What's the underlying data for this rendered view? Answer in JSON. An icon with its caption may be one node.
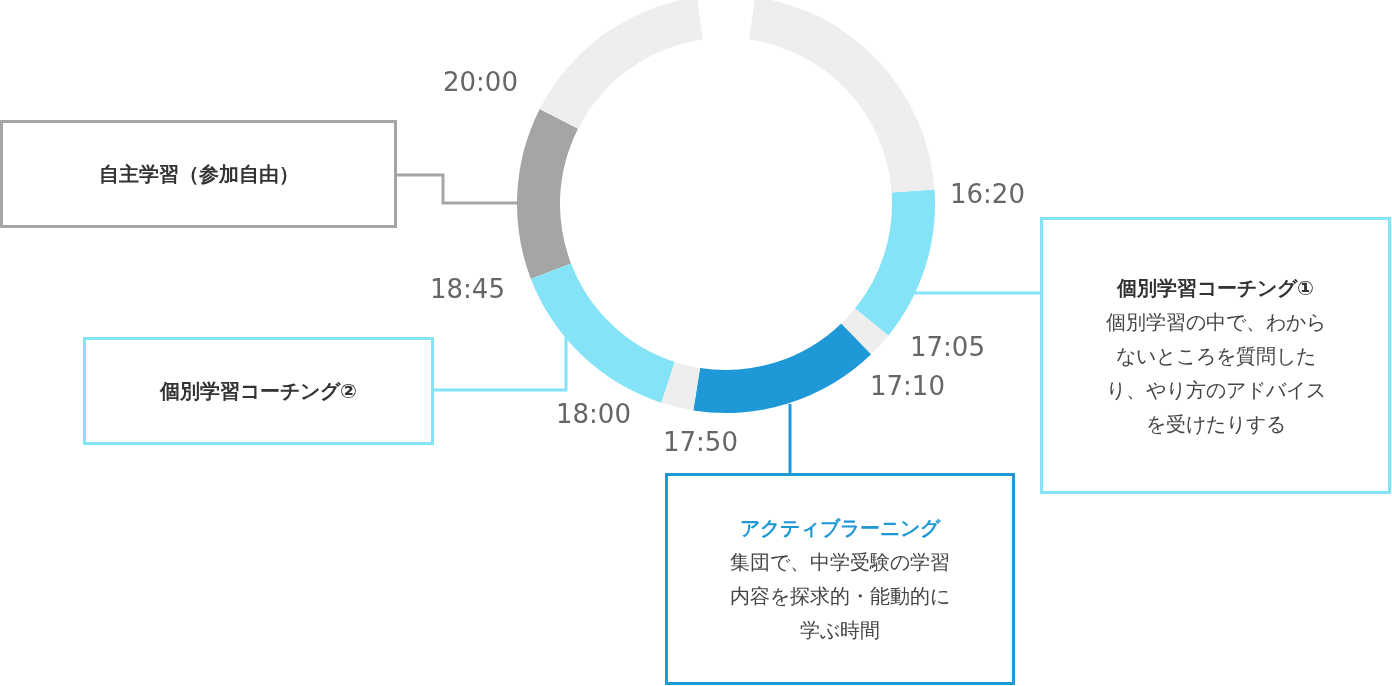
{
  "diagram": {
    "nodes": [
      {
        "text": [
          "自主学習（参加自由）"
        ]
      },
      {
        "text": [
          "個別学習コーチング①",
          "個別学習の中で、わからないところを質問したり、やり方のアドバイスを受けたりする"
        ]
      },
      {
        "text": [
          "個別学習コーチング②"
        ]
      },
      {
        "text": [
          "アクティブラーニング",
          "集団で、中学受験の学習内容を探求的・能動的に学ぶ時間"
        ]
      },
      {
        "text": [],
        "shape": "arc"
      },
      {
        "text": [],
        "shape": "arc"
      },
      {
        "text": [],
        "shape": "arc"
      },
      {
        "text": [],
        "shape": "arc"
      },
      {
        "text": [],
        "shape": "arc"
      },
      {
        "text": [],
        "shape": "arc"
      },
      {
        "text": [],
        "shape": "arc"
      },
      {
        "text": [],
        "shape": "arc"
      }
    ],
    "edges": [
      {
        "from": 0,
        "to": 4,
        "arrow": "none",
        "color": "#a5a5a5"
      },
      {
        "from": 1,
        "to": 5,
        "arrow": "none",
        "color": "#84e3f7"
      },
      {
        "from": 2,
        "to": 6,
        "arrow": "none",
        "color": "#84e3f7"
      },
      {
        "from": 3,
        "to": 7,
        "arrow": "none",
        "color": "#1e98d6"
      }
    ],
    "labels": [
      "20:00",
      "16:20",
      "18:45",
      "17:05",
      "17:10",
      "18:00",
      "17:50"
    ]
  }
}
